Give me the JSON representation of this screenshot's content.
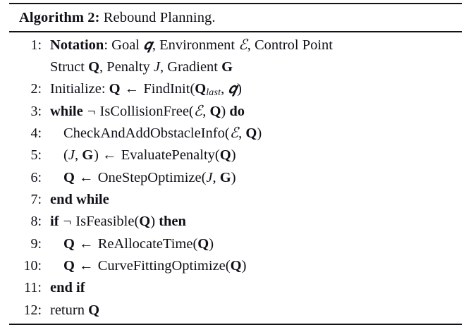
{
  "algorithm": {
    "header": {
      "label": "Algorithm 2:",
      "title": "Rebound Planning."
    },
    "symbols": {
      "assign_arrow": "←",
      "negation": "¬",
      "script_g": "𝒒",
      "script_e": "ℰ"
    },
    "lines": [
      {
        "num": "1:",
        "indent": 0,
        "segments": [
          {
            "text": "Notation",
            "style": "kw"
          },
          {
            "text": ": Goal ",
            "style": "plain"
          },
          {
            "text": "𝒒",
            "style": "cal"
          },
          {
            "text": ", Environment ",
            "style": "plain"
          },
          {
            "text": "ℰ",
            "style": "cal"
          },
          {
            "text": ", Control Point",
            "style": "plain"
          }
        ]
      },
      {
        "num": "",
        "indent": 0,
        "continuation": true,
        "segments": [
          {
            "text": "Struct ",
            "style": "plain"
          },
          {
            "text": "Q",
            "style": "bfv"
          },
          {
            "text": ", Penalty ",
            "style": "plain"
          },
          {
            "text": "J",
            "style": "itv"
          },
          {
            "text": ", Gradient ",
            "style": "plain"
          },
          {
            "text": "G",
            "style": "bfv"
          }
        ]
      },
      {
        "num": "2:",
        "indent": 0,
        "segments": [
          {
            "text": "Initialize: ",
            "style": "plain"
          },
          {
            "text": "Q",
            "style": "bfv"
          },
          {
            "text": " ← ",
            "style": "arrow"
          },
          {
            "text": "FindInit(",
            "style": "plain"
          },
          {
            "text": "Q",
            "style": "bfv"
          },
          {
            "text": "last",
            "style": "sub"
          },
          {
            "text": ", ",
            "style": "plain"
          },
          {
            "text": "𝒒",
            "style": "cal"
          },
          {
            "text": ")",
            "style": "plain"
          }
        ]
      },
      {
        "num": "3:",
        "indent": 0,
        "segments": [
          {
            "text": "while",
            "style": "kw"
          },
          {
            "text": " ¬ ",
            "style": "neg"
          },
          {
            "text": "IsCollisionFree(",
            "style": "plain"
          },
          {
            "text": "ℰ",
            "style": "cal"
          },
          {
            "text": ", ",
            "style": "plain"
          },
          {
            "text": "Q",
            "style": "bfv"
          },
          {
            "text": ") ",
            "style": "plain"
          },
          {
            "text": "do",
            "style": "kw"
          }
        ]
      },
      {
        "num": "4:",
        "indent": 1,
        "segments": [
          {
            "text": "CheckAndAddObstacleInfo(",
            "style": "plain"
          },
          {
            "text": "ℰ",
            "style": "cal"
          },
          {
            "text": ", ",
            "style": "plain"
          },
          {
            "text": "Q",
            "style": "bfv"
          },
          {
            "text": ")",
            "style": "plain"
          }
        ]
      },
      {
        "num": "5:",
        "indent": 1,
        "segments": [
          {
            "text": "(",
            "style": "plain"
          },
          {
            "text": "J",
            "style": "itv"
          },
          {
            "text": ", ",
            "style": "plain"
          },
          {
            "text": "G",
            "style": "bfv"
          },
          {
            "text": ") ← ",
            "style": "arrow"
          },
          {
            "text": "EvaluatePenalty(",
            "style": "plain"
          },
          {
            "text": "Q",
            "style": "bfv"
          },
          {
            "text": ")",
            "style": "plain"
          }
        ]
      },
      {
        "num": "6:",
        "indent": 1,
        "segments": [
          {
            "text": "Q",
            "style": "bfv"
          },
          {
            "text": " ← ",
            "style": "arrow"
          },
          {
            "text": "OneStepOptimize(",
            "style": "plain"
          },
          {
            "text": "J",
            "style": "itv"
          },
          {
            "text": ", ",
            "style": "plain"
          },
          {
            "text": "G",
            "style": "bfv"
          },
          {
            "text": ")",
            "style": "plain"
          }
        ]
      },
      {
        "num": "7:",
        "indent": 0,
        "segments": [
          {
            "text": "end while",
            "style": "kw"
          }
        ]
      },
      {
        "num": "8:",
        "indent": 0,
        "segments": [
          {
            "text": "if",
            "style": "kw"
          },
          {
            "text": " ¬ ",
            "style": "neg"
          },
          {
            "text": "IsFeasible(",
            "style": "plain"
          },
          {
            "text": "Q",
            "style": "bfv"
          },
          {
            "text": ") ",
            "style": "plain"
          },
          {
            "text": "then",
            "style": "kw"
          }
        ]
      },
      {
        "num": "9:",
        "indent": 1,
        "segments": [
          {
            "text": "Q",
            "style": "bfv"
          },
          {
            "text": " ← ",
            "style": "arrow"
          },
          {
            "text": "ReAllocateTime(",
            "style": "plain"
          },
          {
            "text": "Q",
            "style": "bfv"
          },
          {
            "text": ")",
            "style": "plain"
          }
        ]
      },
      {
        "num": "10:",
        "indent": 1,
        "segments": [
          {
            "text": "Q",
            "style": "bfv"
          },
          {
            "text": " ← ",
            "style": "arrow"
          },
          {
            "text": "CurveFittingOptimize(",
            "style": "plain"
          },
          {
            "text": "Q",
            "style": "bfv"
          },
          {
            "text": ")",
            "style": "plain"
          }
        ]
      },
      {
        "num": "11:",
        "indent": 0,
        "segments": [
          {
            "text": "end if",
            "style": "kw"
          }
        ]
      },
      {
        "num": "12:",
        "indent": 0,
        "segments": [
          {
            "text": "return ",
            "style": "plain"
          },
          {
            "text": "Q",
            "style": "bfv"
          }
        ]
      }
    ]
  }
}
